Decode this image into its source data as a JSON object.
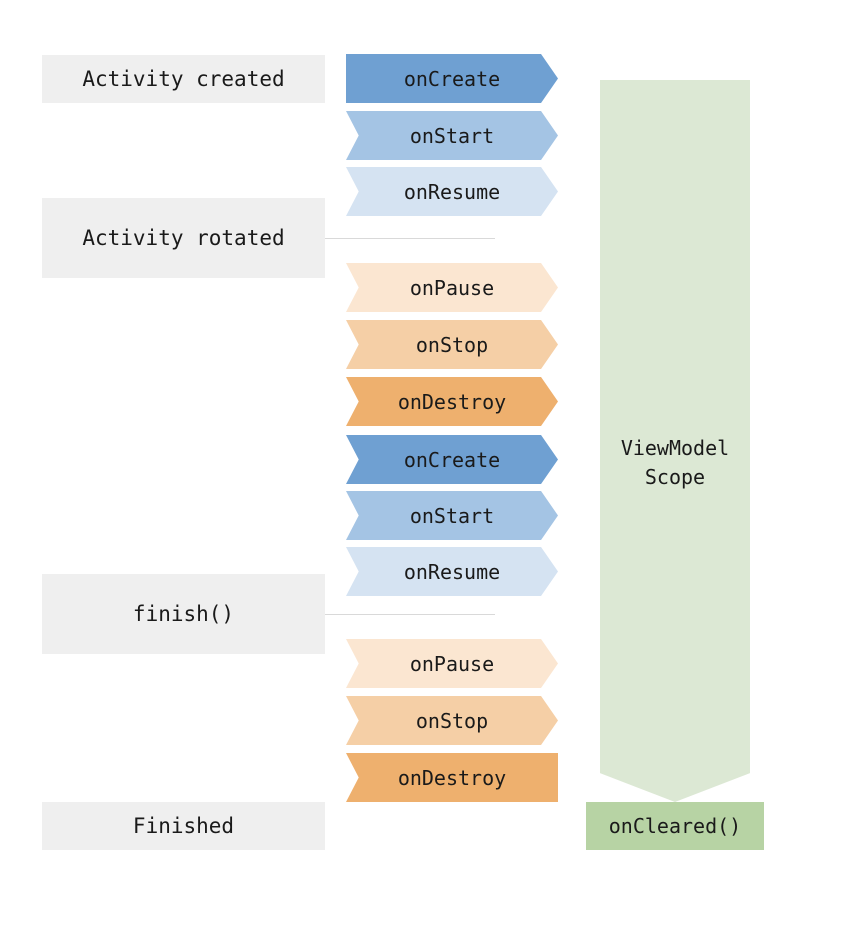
{
  "events": {
    "created": "Activity created",
    "rotated": "Activity rotated",
    "finish": "finish()",
    "finished": "Finished"
  },
  "lifecycle": [
    {
      "label": "onCreate",
      "color": "#6fa0d2"
    },
    {
      "label": "onStart",
      "color": "#a4c4e4"
    },
    {
      "label": "onResume",
      "color": "#d5e3f2"
    },
    {
      "label": "onPause",
      "color": "#fbe6d1"
    },
    {
      "label": "onStop",
      "color": "#f5cfa6"
    },
    {
      "label": "onDestroy",
      "color": "#eeb06e"
    },
    {
      "label": "onCreate",
      "color": "#6fa0d2"
    },
    {
      "label": "onStart",
      "color": "#a4c4e4"
    },
    {
      "label": "onResume",
      "color": "#d5e3f2"
    },
    {
      "label": "onPause",
      "color": "#fbe6d1"
    },
    {
      "label": "onStop",
      "color": "#f5cfa6"
    },
    {
      "label": "onDestroy",
      "color": "#eeb06e"
    }
  ],
  "scope": {
    "line1": "ViewModel",
    "line2": "Scope",
    "color": "#dce8d4"
  },
  "cleared": {
    "label": "onCleared()",
    "color": "#b7d3a4"
  }
}
